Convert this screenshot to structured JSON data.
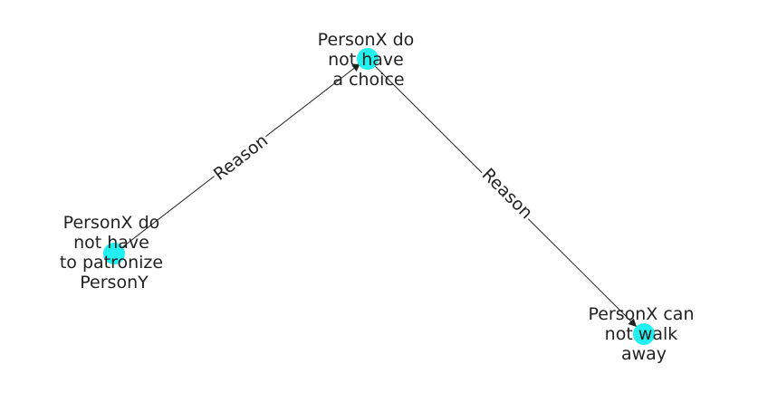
{
  "graph": {
    "node_color": "#22f0f0",
    "edge_color": "#222222",
    "text_color": "#222222",
    "nodes": [
      {
        "id": "n_choice",
        "lines": [
          "PersonX do",
          "not have",
          "a choice"
        ]
      },
      {
        "id": "n_patronize",
        "lines": [
          "PersonX do",
          "not have",
          "to patronize",
          "PersonY"
        ]
      },
      {
        "id": "n_walk",
        "lines": [
          "PersonX can",
          "not walk",
          "away"
        ]
      }
    ],
    "edges": [
      {
        "from": "n_patronize",
        "to": "n_choice",
        "label": "Reason"
      },
      {
        "from": "n_choice",
        "to": "n_walk",
        "label": "Reason"
      }
    ]
  }
}
